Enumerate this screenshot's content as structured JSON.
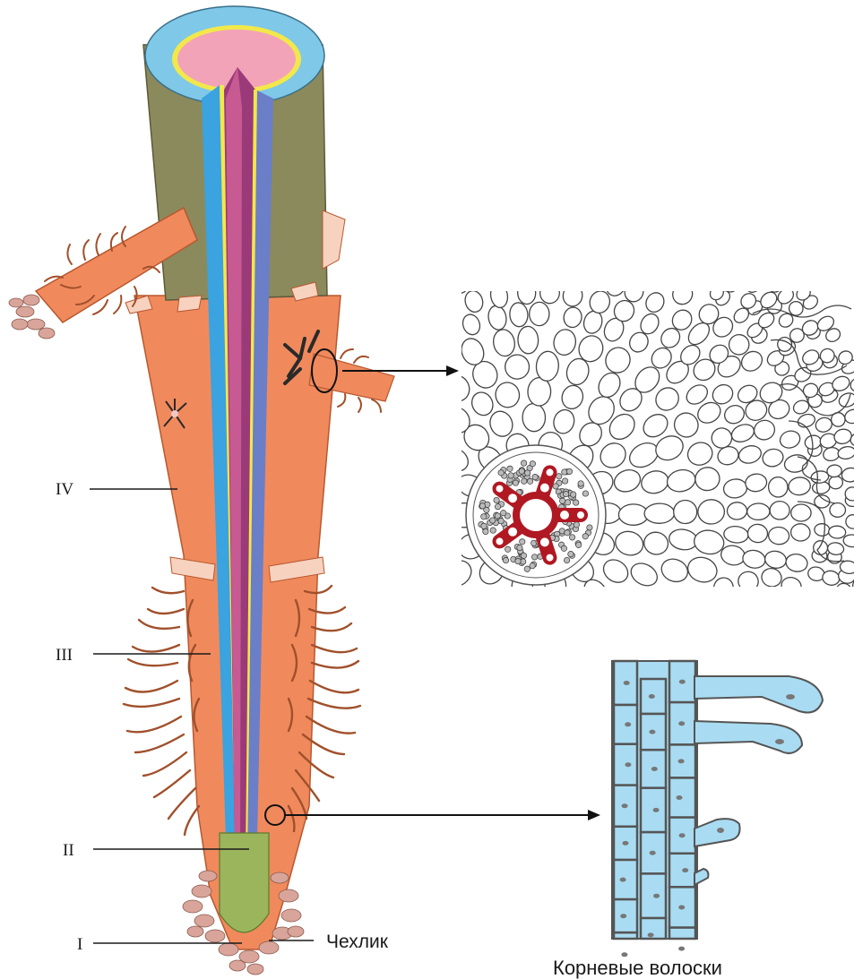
{
  "labels": {
    "zone_iv": "IV",
    "zone_iii": "III",
    "zone_ii": "II",
    "zone_i": "I",
    "root_cap": "Чехлик",
    "root_hairs": "Корневые волоски"
  },
  "colors": {
    "epidermis": "#f08a5d",
    "epidermis_dark": "#c8603a",
    "cortex_outer": "#8b8a5c",
    "cortex_cut": "#7fc8e8",
    "pith": "#f3a3b8",
    "xylem": "#9b3a78",
    "phloem_blue": "#3aa3e0",
    "phloem_violet": "#6b7ec8",
    "pericycle": "#f2e84a",
    "cap": "#d9a59a",
    "meristem": "#9ab55c",
    "cell_outline": "#444444",
    "vessel_red": "#b01822",
    "hair_blue": "#a9dcf2"
  }
}
